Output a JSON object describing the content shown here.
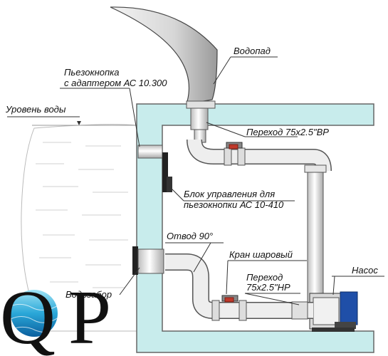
{
  "labels": {
    "waterfall": "Водопад",
    "piezo_line1": "Пьезокнопка",
    "piezo_line2": "с адаптером АС 10.300",
    "water_level": "Уровень воды",
    "adapter_top": "Переход 75х2.5\"ВР",
    "control_line1": "Блок управления для",
    "control_line2": "пьезокнопки АС 10-410",
    "elbow": "Отвод 90°",
    "ball_valve": "Кран шаровый",
    "adapter_bottom_line1": "Переход",
    "adapter_bottom_line2": "75х2.5\"НР",
    "pump": "Насос",
    "intake": "Водозабор"
  },
  "logo": {
    "letter1": "Q",
    "letter2": "P"
  },
  "colors": {
    "wall_fill": "#c8ecec",
    "pipe_fill": "#eeeeee",
    "valve_red": "#c0392b",
    "pump_blue": "#1f4fa8",
    "water_line": "#999999"
  }
}
